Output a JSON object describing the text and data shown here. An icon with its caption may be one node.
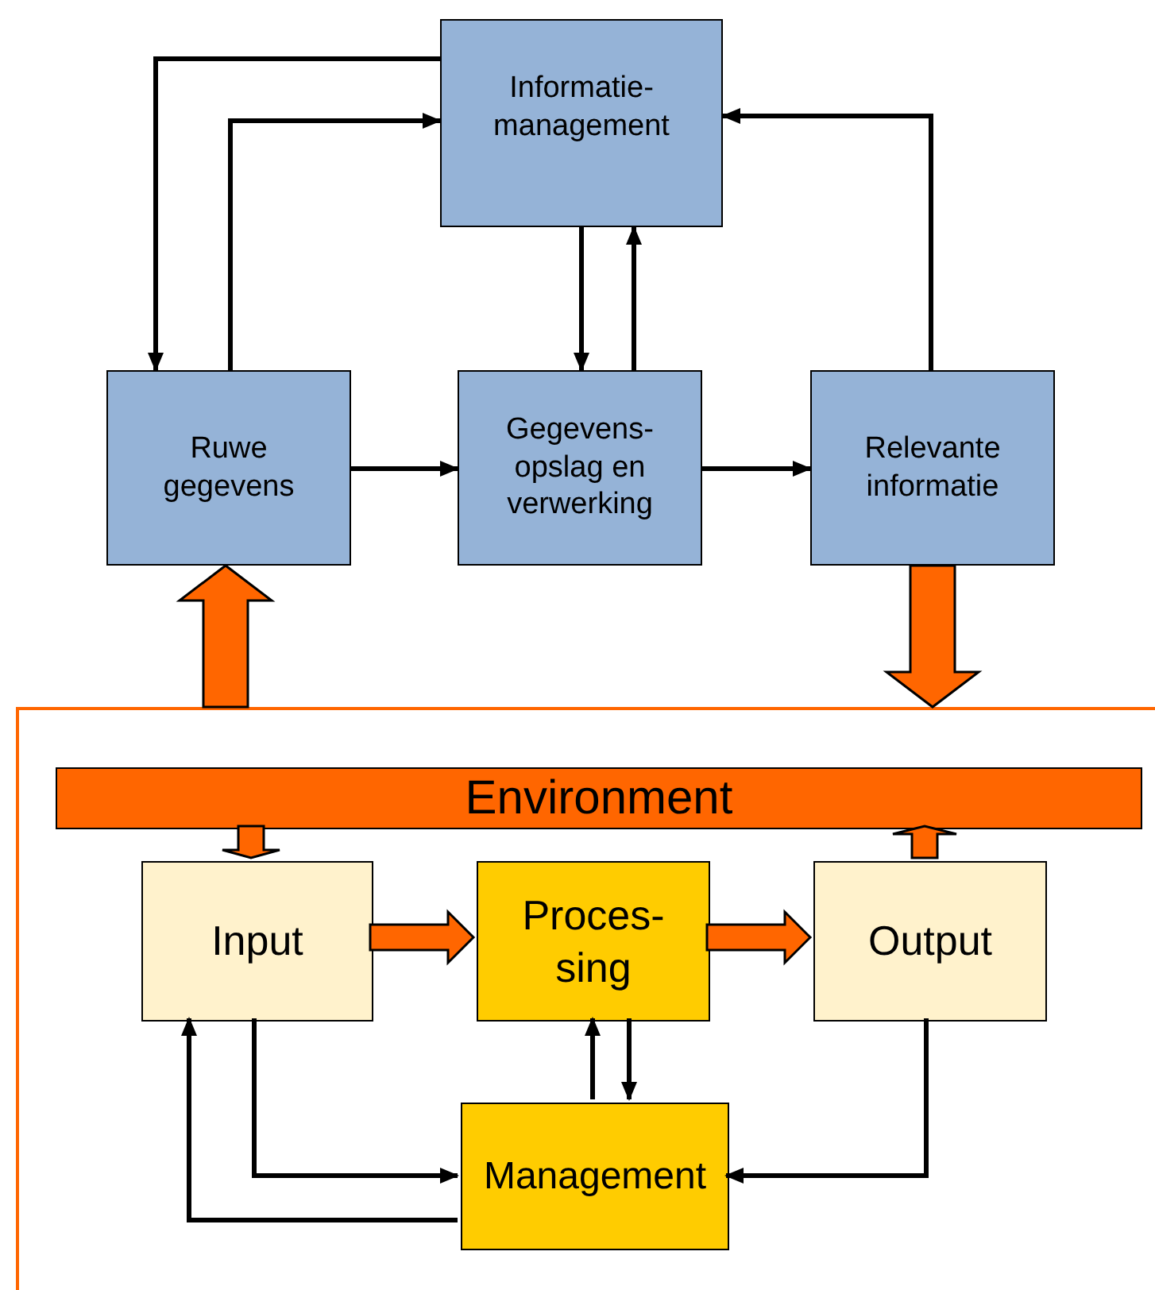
{
  "diagram": {
    "nodes": [
      {
        "text": [
          "Informatie- management"
        ]
      },
      {
        "text": [
          "Ruwe gegevens"
        ]
      },
      {
        "text": [
          "Gegevens- opslag en verwerking"
        ]
      },
      {
        "text": [
          "Relevante informatie"
        ]
      },
      {
        "text": [],
        "shape": "box"
      },
      {
        "text": [
          "Environment"
        ],
        "in": 4
      },
      {
        "text": [
          "Input"
        ],
        "in": 4
      },
      {
        "text": [
          "Proces- sing"
        ],
        "in": 4
      },
      {
        "text": [
          "Output"
        ],
        "in": 4
      },
      {
        "text": [
          "Management"
        ],
        "in": 4
      }
    ],
    "edges": [
      {
        "from": 0,
        "to": 1,
        "arrow": "to"
      },
      {
        "from": 1,
        "to": 0,
        "arrow": "to"
      },
      {
        "from": 0,
        "to": 2,
        "arrow": "to"
      },
      {
        "from": 2,
        "to": 0,
        "arrow": "to"
      },
      {
        "from": 1,
        "to": 2,
        "arrow": "to"
      },
      {
        "from": 2,
        "to": 3,
        "arrow": "to"
      },
      {
        "from": 3,
        "to": 0,
        "arrow": "to"
      },
      {
        "from": 4,
        "to": 1,
        "arrow": "to",
        "style": "thick",
        "color": "#ff6600"
      },
      {
        "from": 3,
        "to": 4,
        "arrow": "to",
        "style": "thick",
        "color": "#ff6600"
      },
      {
        "from": 5,
        "to": 6,
        "arrow": "to",
        "style": "thick",
        "color": "#ff6600"
      },
      {
        "from": 8,
        "to": 5,
        "arrow": "to",
        "style": "thick",
        "color": "#ff6600"
      },
      {
        "from": 6,
        "to": 7,
        "arrow": "to",
        "style": "thick",
        "color": "#ff6600"
      },
      {
        "from": 7,
        "to": 8,
        "arrow": "to",
        "style": "thick",
        "color": "#ff6600"
      },
      {
        "from": 6,
        "to": 9,
        "arrow": "to"
      },
      {
        "from": 9,
        "to": 6,
        "arrow": "to"
      },
      {
        "from": 9,
        "to": 7,
        "arrow": "to"
      },
      {
        "from": 7,
        "to": 9,
        "arrow": "to"
      },
      {
        "from": 8,
        "to": 9,
        "arrow": "to"
      }
    ]
  }
}
